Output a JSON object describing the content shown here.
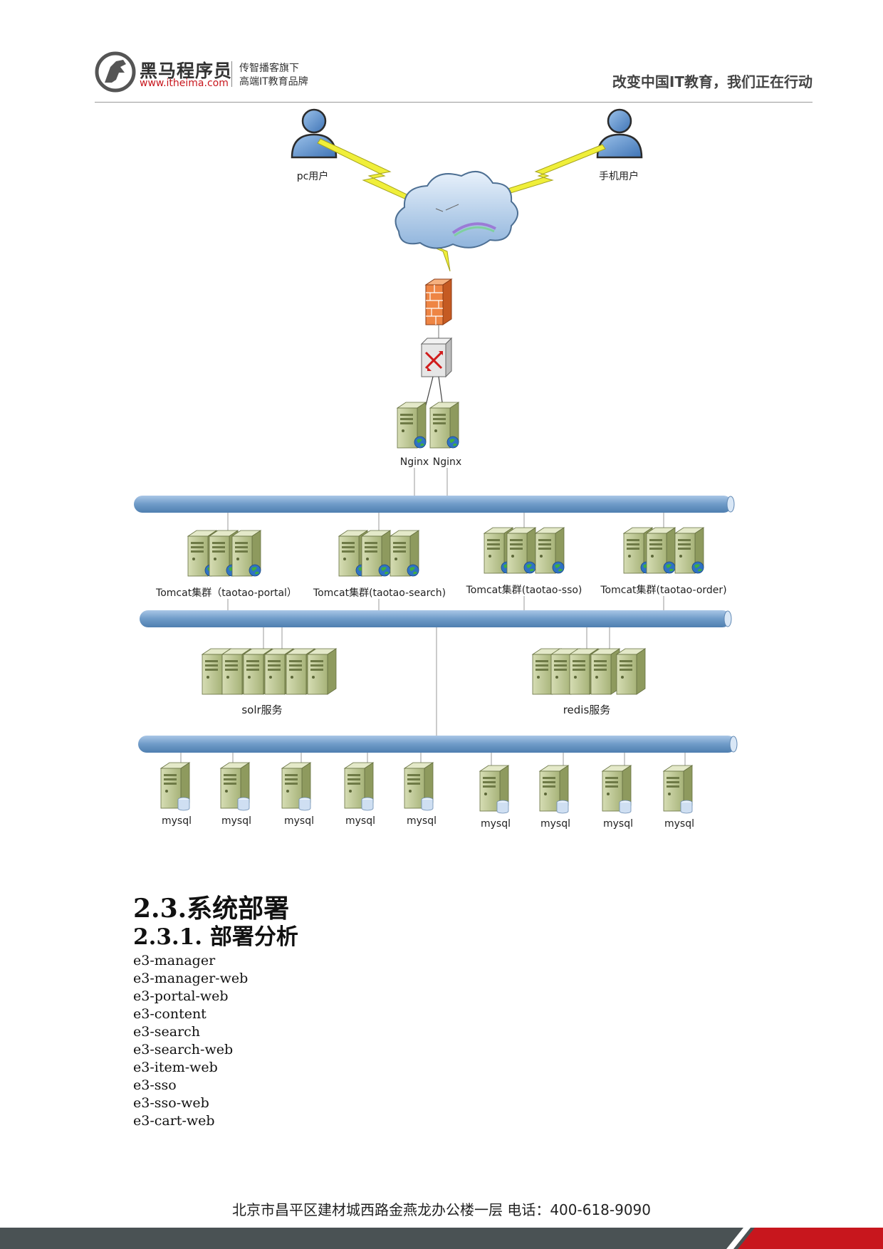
{
  "header": {
    "logo_name": "黑马程序员",
    "logo_url": "www.itheima.com",
    "logo_sub1": "传智播客旗下",
    "logo_sub2": "高端IT教育品牌",
    "slogan": "改变中国IT教育，我们正在行动"
  },
  "diagram": {
    "pc_user": "pc用户",
    "mobile_user": "手机用户",
    "nginx_1": "Nginx",
    "nginx_2": "Nginx",
    "tomcat_portal": "Tomcat集群（taotao-portal）",
    "tomcat_search": "Tomcat集群(taotao-search)",
    "tomcat_sso": "Tomcat集群(taotao-sso)",
    "tomcat_order": "Tomcat集群(taotao-order)",
    "solr": "solr服务",
    "redis": "redis服务",
    "mysql_label": "mysql"
  },
  "section": {
    "heading": "2.3.系统部署",
    "subheading": "2.3.1. 部署分析",
    "modules": [
      "e3-manager",
      "e3-manager-web",
      "e3-portal-web",
      "e3-content",
      "e3-search",
      "e3-search-web",
      "e3-item-web",
      "e3-sso",
      "e3-sso-web",
      "e3-cart-web"
    ]
  },
  "footer": {
    "address": "北京市昌平区建材城西路金燕龙办公楼一层   电话：400-618-9090"
  },
  "colors": {
    "brand_red": "#c8161d",
    "bus_blue": "#6f9bc8",
    "server_green": "#b5c08a",
    "footer_bar": "#4a5254"
  }
}
